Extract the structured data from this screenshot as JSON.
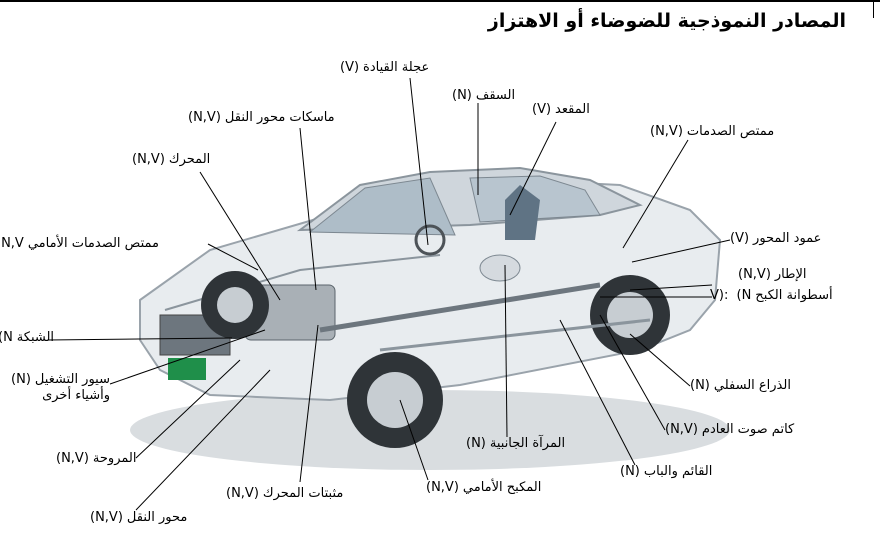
{
  "title": "المصادر النموذجية للضوضاء أو الاهتزاز",
  "colors": {
    "rule": "#000000",
    "car_body": "#e8ecef",
    "car_shadow": "#9aa3ab",
    "leader": "#000000",
    "accent": "#1f8f4a"
  },
  "labels": [
    {
      "id": "steering-wheel",
      "name": "عجلة القيادة",
      "code": "(V)"
    },
    {
      "id": "roof",
      "name": "السقف",
      "code": "(N)"
    },
    {
      "id": "transmission-mount",
      "name": "ماسكات محور النقل",
      "code": "(N,V)"
    },
    {
      "id": "seat",
      "name": "المقعد",
      "code": "(V)"
    },
    {
      "id": "rear-shock",
      "name": "ممتص الصدمات",
      "code": "(N,V)"
    },
    {
      "id": "engine",
      "name": "المحرك",
      "code": "(N,V)"
    },
    {
      "id": "front-shock",
      "name": "ممتص الصدمات الأمامي",
      "code": "(N,V"
    },
    {
      "id": "steering-column",
      "name": "عمود المحور",
      "code": "(V)"
    },
    {
      "id": "tire",
      "name": "الإطار",
      "code": "(N,V)"
    },
    {
      "id": "brake-cylinder",
      "name": "أسطوانة الكبح",
      "code": "(N"
    },
    {
      "id": "brake-cylinder-code",
      "name": "",
      "code": "V):"
    },
    {
      "id": "grille",
      "name": "الشبكة",
      "code": "(N"
    },
    {
      "id": "belts",
      "name": "سيور التشغيل وأشياء أخرى",
      "code": "(N)"
    },
    {
      "id": "lower-arm",
      "name": "الذراع السفلي",
      "code": "(N)"
    },
    {
      "id": "muffler",
      "name": "كاتم صوت العادم",
      "code": "(N,V)"
    },
    {
      "id": "mirror",
      "name": "المرآة الجانبية",
      "code": "(N)"
    },
    {
      "id": "fan",
      "name": "المروحة",
      "code": "(N,V)"
    },
    {
      "id": "pillar-door",
      "name": "القائم والباب",
      "code": "(N)"
    },
    {
      "id": "engine-mount",
      "name": "مثبتات المحرك",
      "code": "(N,V)"
    },
    {
      "id": "front-brake",
      "name": "المكبح الأمامي",
      "code": "(N,V)"
    },
    {
      "id": "driveshaft",
      "name": "محور النقل",
      "code": "(N,V)"
    }
  ]
}
